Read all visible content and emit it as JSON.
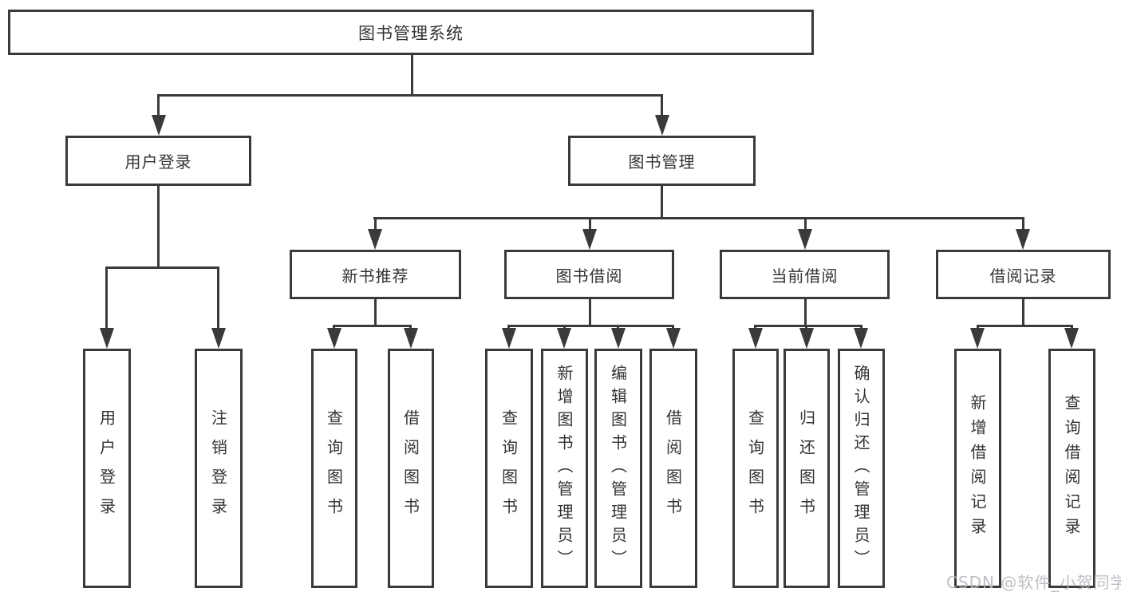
{
  "title": {
    "root": "图书管理系统"
  },
  "level2": {
    "user_login": "用户登录",
    "book_mgmt": "图书管理"
  },
  "level3": {
    "new_books": "新书推荐",
    "borrowing": "图书借阅",
    "current": "当前借阅",
    "records": "借阅记录"
  },
  "leaves": {
    "user_login": [
      "用户登录",
      "注销登录"
    ],
    "new_books": [
      "查询图书",
      "借阅图书"
    ],
    "borrowing": [
      "查询图书",
      "新增图书（管理员）",
      "编辑图书（管理员）",
      "借阅图书"
    ],
    "current": [
      "查询图书",
      "归还图书",
      "确认归还（管理员）"
    ],
    "records": [
      "新增借阅记录",
      "查询借阅记录"
    ]
  },
  "watermark": "CSDN @软件_小贺同学",
  "colors": {
    "line": "#3a3a3a",
    "text": "#333333",
    "watermark": "#b5b9be",
    "background": "#ffffff"
  }
}
